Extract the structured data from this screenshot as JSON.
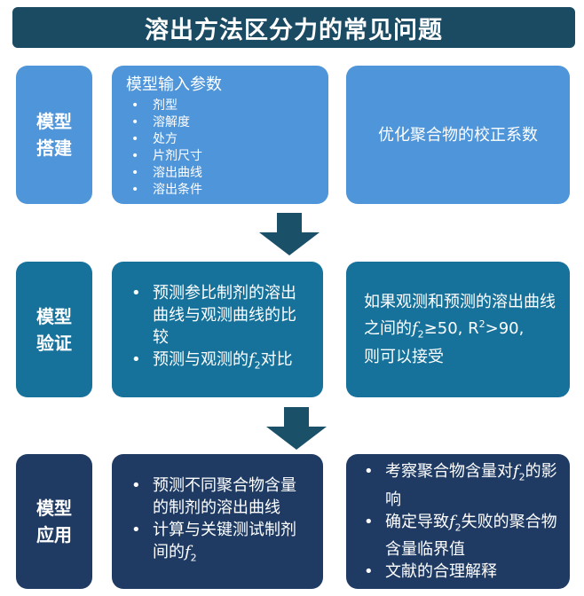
{
  "title": "溶出方法区分力的常见问题",
  "stages": [
    {
      "label_line1": "模型",
      "label_line2": "搭建",
      "left_heading": "模型输入参数",
      "left_items": [
        "剂型",
        "溶解度",
        "处方",
        "片剂尺寸",
        "溶出曲线",
        "溶出条件"
      ],
      "right_text": "优化聚合物的校正系数"
    },
    {
      "label_line1": "模型",
      "label_line2": "验证",
      "left_item1": "预测参比制剂的溶出曲线与观测曲线的比较",
      "left_item2_pre": "预测与观测的",
      "f_symbol": "f",
      "f_sub": "2",
      "left_item2_post": "对比",
      "right_pre": "如果观测和预测的溶出曲线之间的",
      "right_cond1": "≥50, R",
      "right_sup": "2",
      "right_cond2": ">90,",
      "right_post": "则可以接受"
    },
    {
      "label_line1": "模型",
      "label_line2": "应用",
      "left_item1": "预测不同聚合物含量的制剂的溶出曲线",
      "left_item2_pre": "计算与关键测试制剂间的",
      "f_symbol": "f",
      "f_sub": "2",
      "right_item1_pre": "考察聚合物含量对",
      "right_item1_post": "的影响",
      "right_item2_pre": "确定导致",
      "right_item2_post": "失败的聚合物含量临界值",
      "right_item3": "文献的合理解释"
    }
  ],
  "colors": {
    "title": "#1b4a63",
    "build": "#4f95d9",
    "validate": "#16729b",
    "apply": "#1f3b63",
    "arrow": "#1b5069"
  }
}
